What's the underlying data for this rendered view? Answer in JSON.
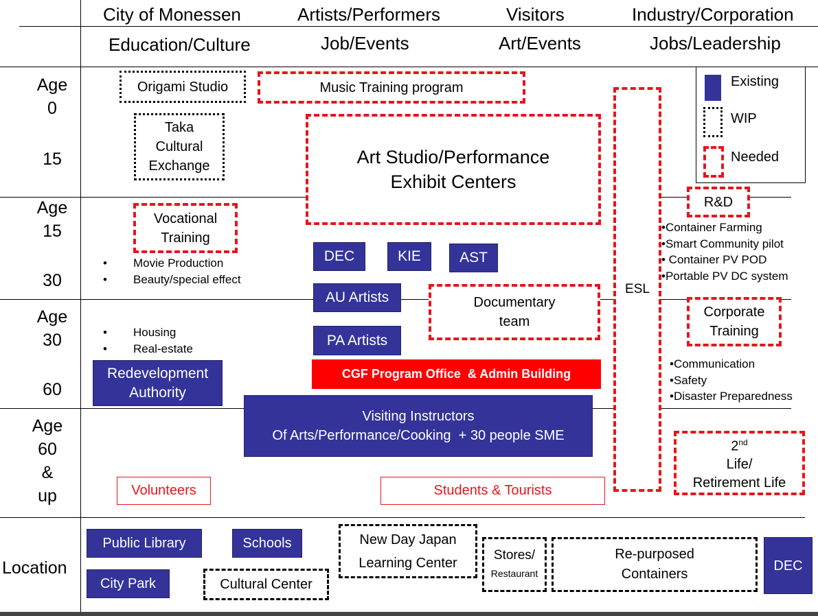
{
  "header": {
    "row1": [
      "City of Monessen",
      "Artists/Performers",
      "Visitors",
      "Industry/Corporation"
    ],
    "row2": [
      "Education/Culture",
      "Job/Events",
      "Art/Events",
      "Jobs/Leadership"
    ]
  },
  "ages": {
    "band1": [
      "Age",
      "0",
      "15"
    ],
    "band2": [
      "Age",
      "15",
      "30"
    ],
    "band3": [
      "Age",
      "30",
      "60"
    ],
    "band4": [
      "Age",
      "60",
      "&",
      "up"
    ],
    "location": "Location"
  },
  "legend": {
    "existing": "Existing",
    "wip": "WIP",
    "needed": "Needed"
  },
  "boxes": {
    "origami": "Origami Studio",
    "music": "Music Training program",
    "taka": [
      "Taka",
      "Cultural",
      "Exchange"
    ],
    "art_studio": [
      "Art Studio/Performance",
      "Exhibit Centers"
    ],
    "esl": "ESL",
    "rnd": "R&D",
    "vocational": [
      "Vocational",
      "Training"
    ],
    "dec": "DEC",
    "kie": "KIE",
    "ast": "AST",
    "au_artists": "AU Artists",
    "documentary": [
      "Documentary",
      "team"
    ],
    "pa_artists": "PA Artists",
    "corporate": [
      "Corporate",
      "Training"
    ],
    "cgf": "CGF Program Office  & Admin Building",
    "redevelopment": [
      "Redevelopment",
      "Authority"
    ],
    "visiting": [
      "Visiting Instructors",
      "Of Arts/Performance/Cooking  + 30 people SME"
    ],
    "second_life": [
      "2",
      "nd",
      "Life/",
      "Retirement Life"
    ],
    "volunteers": "Volunteers",
    "students": "Students & Tourists"
  },
  "bullets": {
    "vocational": [
      "Movie Production",
      "Beauty/special effect"
    ],
    "housing": [
      "Housing",
      "Real-estate"
    ],
    "rnd": [
      "•Container Farming",
      "•Smart Community pilot",
      "• Container PV POD",
      "•Portable PV DC system"
    ],
    "corporate": [
      "•Communication",
      "•Safety",
      "•Disaster Preparedness"
    ]
  },
  "locations": {
    "public_library": "Public Library",
    "schools": "Schools",
    "city_park": "City Park",
    "cultural_center": "Cultural Center",
    "new_day": [
      "New Day Japan",
      "Learning Center"
    ],
    "stores": [
      "Stores/",
      "Restaurant"
    ],
    "containers": [
      "Re-purposed",
      "Containers"
    ],
    "dec": "DEC"
  },
  "colors": {
    "existing": "#33339a",
    "needed": "#e8141c",
    "cgf": "#ff0000"
  }
}
